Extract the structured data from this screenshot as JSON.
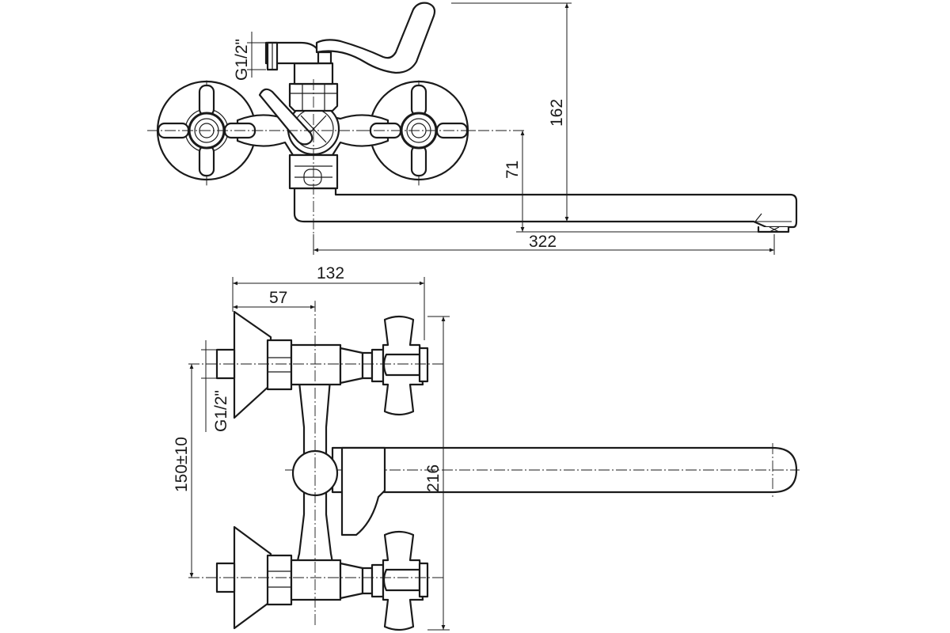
{
  "top_view": {
    "thread_label": "G1/2\"",
    "dim_height_total": "162",
    "dim_height_spout": "71",
    "dim_spout_reach": "322"
  },
  "side_view": {
    "dim_body_depth": "132",
    "dim_wall_to_center": "57",
    "thread_label": "G1/2\"",
    "dim_center_distance": "150±10",
    "dim_total_height": "216"
  }
}
